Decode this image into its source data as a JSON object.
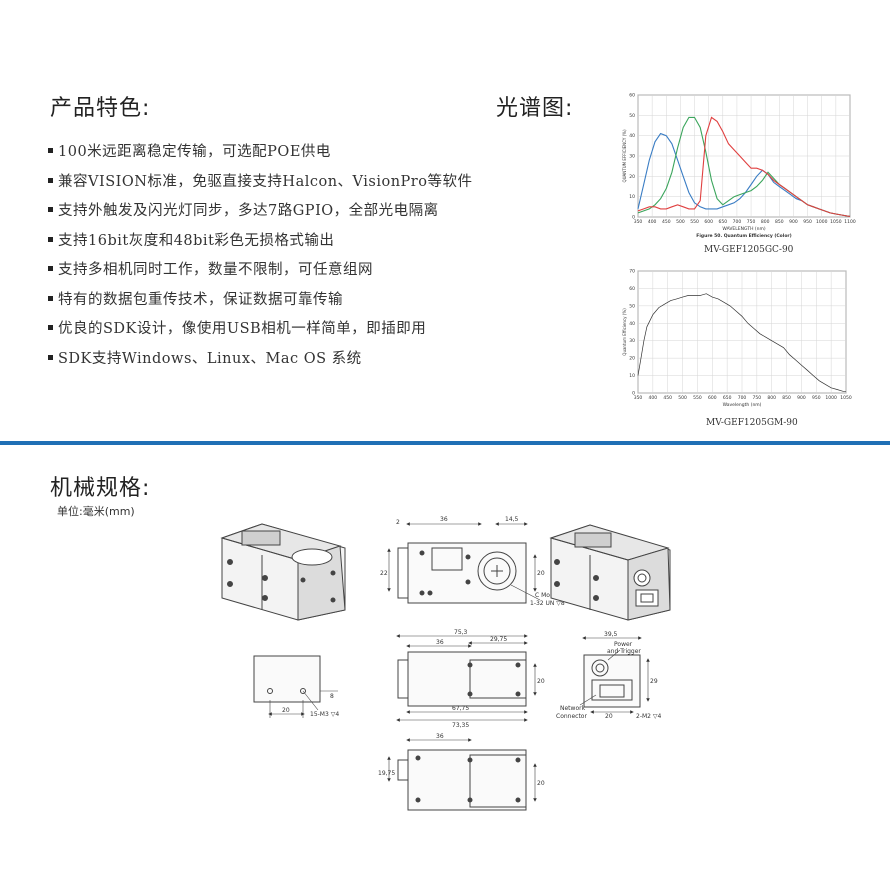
{
  "features": {
    "title": "产品特色:",
    "items": [
      "100米远距离稳定传输，可选配POE供电",
      "兼容VISION标准，免驱直接支持Halcon、VisionPro等软件",
      "支持外触发及闪光灯同步，多达7路GPIO，全部光电隔离",
      "支持16bit灰度和48bit彩色无损格式输出",
      "支持多相机同时工作，数量不限制，可任意组网",
      "特有的数据包重传技术，保证数据可靠传输",
      "优良的SDK设计，像使用USB相机一样简单，即插即用",
      "SDK支持Windows、Linux、Mac OS 系统"
    ]
  },
  "spectrum": {
    "title": "光谱图:",
    "color_caption": "MV-GEF1205GC-90",
    "mono_caption": "MV-GEF1205GM-90"
  },
  "mechanical": {
    "title": "机械规格:",
    "unit": "单位:毫米(mm)",
    "dims": {
      "d2": "2",
      "d36": "36",
      "d14_5": "14,5",
      "d22": "22",
      "d20": "20",
      "c_mouth": "C Mouth",
      "thread": "1-32 UN ▽8",
      "d75_3": "75,3",
      "d29_75": "29,75",
      "d67_75": "67,75",
      "d73_35": "73,35",
      "d39_5": "39,5",
      "power": "Power",
      "trigger": "and Trigger",
      "d29": "29",
      "network": "Network",
      "connector": "Connector",
      "m2": "2-M2 ▽4",
      "m3": "15-M3 ▽4",
      "d8": "8",
      "d19_75": "19,75"
    }
  },
  "chart_data": [
    {
      "type": "line",
      "title": "Figure 50. Quantum Efficiency (Color)",
      "xlabel": "WAVELENGTH (nm)",
      "ylabel": "QUANTUM EFFICIENCY (%)",
      "xlim": [
        350,
        1100
      ],
      "ylim": [
        0,
        60
      ],
      "xticks": [
        350,
        400,
        450,
        500,
        550,
        600,
        650,
        700,
        750,
        800,
        850,
        900,
        950,
        1000,
        1050,
        1100
      ],
      "yticks": [
        0,
        10,
        20,
        30,
        40,
        50,
        60
      ],
      "grid": true,
      "series": [
        {
          "color": "#3a7dc4",
          "x": [
            350,
            370,
            390,
            410,
            430,
            450,
            470,
            490,
            510,
            530,
            550,
            570,
            590,
            610,
            630,
            650,
            670,
            690,
            710,
            730,
            750,
            770,
            790,
            810,
            830,
            850,
            870,
            890,
            910,
            930,
            950,
            970,
            990,
            1010,
            1030,
            1050,
            1070,
            1090,
            1100
          ],
          "y": [
            4,
            16,
            28,
            37,
            41,
            40,
            36,
            28,
            20,
            12,
            7,
            5,
            4,
            4,
            4,
            5,
            6,
            7,
            9,
            12,
            16,
            20,
            23,
            21,
            17,
            15,
            13,
            11,
            9,
            8,
            6,
            5,
            4,
            3,
            2,
            1.5,
            1,
            0.5,
            0.3
          ]
        },
        {
          "color": "#3ba55c",
          "x": [
            350,
            370,
            390,
            410,
            430,
            450,
            470,
            490,
            510,
            530,
            550,
            570,
            590,
            610,
            630,
            650,
            670,
            690,
            710,
            730,
            750,
            770,
            790,
            810,
            830,
            850,
            870,
            890,
            910,
            930,
            950,
            970,
            990,
            1010,
            1030,
            1050,
            1070,
            1090,
            1100
          ],
          "y": [
            2,
            3,
            4,
            6,
            9,
            14,
            22,
            34,
            44,
            49,
            49,
            44,
            32,
            18,
            9,
            6,
            8,
            10,
            11,
            12,
            13,
            15,
            18,
            22,
            19,
            16,
            14,
            12,
            10,
            8,
            6,
            5,
            4,
            3,
            2,
            1.5,
            1,
            0.5,
            0.3
          ]
        },
        {
          "color": "#e04040",
          "x": [
            350,
            370,
            390,
            410,
            430,
            450,
            470,
            490,
            510,
            530,
            550,
            570,
            590,
            610,
            630,
            650,
            670,
            690,
            710,
            730,
            750,
            770,
            790,
            810,
            830,
            850,
            870,
            890,
            910,
            930,
            950,
            970,
            990,
            1010,
            1030,
            1050,
            1070,
            1090,
            1100
          ],
          "y": [
            3,
            4,
            5,
            5,
            4,
            4,
            5,
            6,
            5,
            4,
            4,
            8,
            40,
            49,
            47,
            42,
            36,
            33,
            30,
            27,
            24,
            24,
            23,
            21,
            18,
            16,
            14,
            12,
            10,
            8,
            6,
            5,
            4,
            3,
            2,
            1.5,
            1,
            0.5,
            0.3
          ]
        }
      ]
    },
    {
      "type": "line",
      "xlabel": "Wavelength (nm)",
      "ylabel": "Quantum Efficiency (%)",
      "xlim": [
        350,
        1050
      ],
      "ylim": [
        0,
        70
      ],
      "xticks": [
        350,
        400,
        450,
        500,
        550,
        600,
        650,
        700,
        750,
        800,
        850,
        900,
        950,
        1000,
        1050
      ],
      "yticks": [
        0,
        10,
        20,
        30,
        40,
        50,
        60,
        70
      ],
      "grid": true,
      "series": [
        {
          "color": "#333333",
          "x": [
            350,
            360,
            370,
            380,
            400,
            420,
            440,
            460,
            480,
            500,
            520,
            540,
            560,
            580,
            600,
            620,
            640,
            660,
            680,
            700,
            720,
            740,
            760,
            780,
            800,
            820,
            840,
            860,
            880,
            900,
            920,
            940,
            960,
            980,
            1000,
            1020,
            1040,
            1050
          ],
          "y": [
            10,
            20,
            30,
            38,
            45,
            49,
            51,
            53,
            54,
            55,
            56,
            56,
            56,
            57,
            55,
            54,
            52,
            50,
            47,
            44,
            40,
            37,
            34,
            32,
            30,
            28,
            26,
            22,
            19,
            16,
            13,
            10,
            7,
            5,
            3,
            2,
            1,
            1
          ]
        }
      ]
    }
  ]
}
